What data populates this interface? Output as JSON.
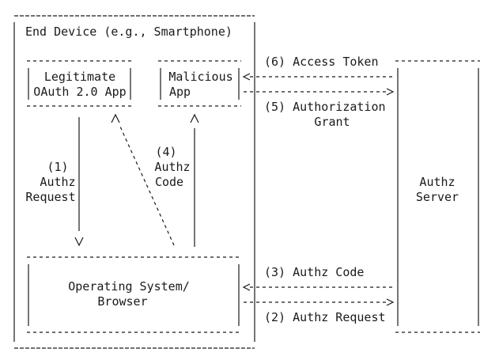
{
  "end_device": {
    "title": "End Device (e.g., Smartphone)"
  },
  "legit_app": {
    "line1": "Legitimate",
    "line2": "OAuth 2.0 App"
  },
  "malicious_app": {
    "line1": "Malicious",
    "line2": "App"
  },
  "os_browser": {
    "line1": "Operating System/",
    "line2": "Browser"
  },
  "authz_server": {
    "line1": "Authz",
    "line2": "Server"
  },
  "steps": {
    "step1": {
      "num": "(1)",
      "line1": "Authz",
      "line2": "Request"
    },
    "step2": {
      "label": "(2) Authz Request"
    },
    "step3": {
      "label": "(3) Authz Code"
    },
    "step4": {
      "num": "(4)",
      "line1": "Authz",
      "line2": "Code"
    },
    "step5": {
      "line1": "(5) Authorization",
      "line2": "Grant"
    },
    "step6": {
      "label": "(6) Access Token"
    }
  }
}
